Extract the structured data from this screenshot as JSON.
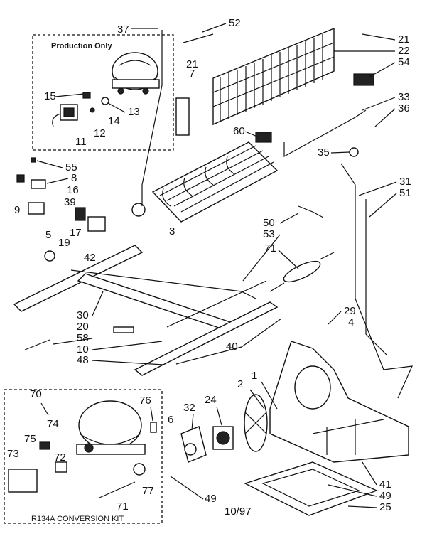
{
  "production_label": "Production Only",
  "kit_label": "R134A CONVERSION KIT",
  "date_code": "10/97",
  "callouts": [
    "37",
    "52",
    "21",
    "22",
    "54",
    "21",
    "7",
    "15",
    "13",
    "14",
    "12",
    "11",
    "33",
    "36",
    "60",
    "35",
    "55",
    "8",
    "9",
    "16",
    "39",
    "31",
    "51",
    "19",
    "17",
    "42",
    "50",
    "53",
    "5",
    "3",
    "71",
    "30",
    "20",
    "58",
    "29",
    "4",
    "10",
    "40",
    "48",
    "70",
    "76",
    "2",
    "1",
    "24",
    "32",
    "74",
    "75",
    "73",
    "72",
    "6",
    "71",
    "77",
    "49",
    "41",
    "49",
    "25"
  ]
}
